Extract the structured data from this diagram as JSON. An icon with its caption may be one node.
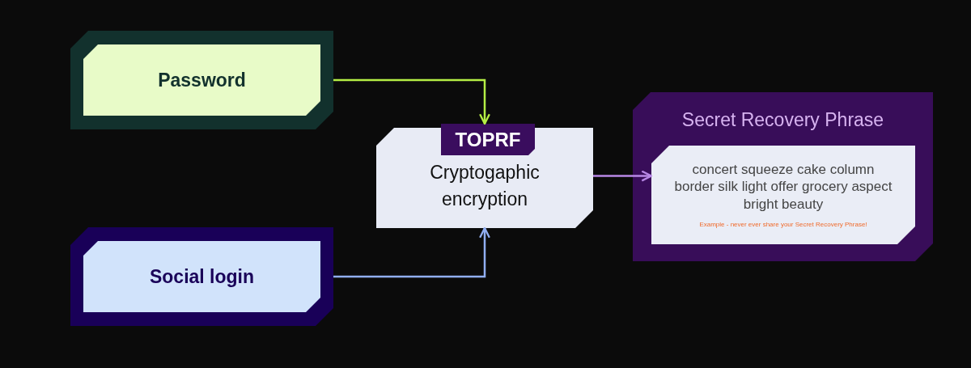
{
  "diagram": {
    "nodes": [
      {
        "text": [
          "Password"
        ]
      },
      {
        "text": [
          "Cryptogaphic encryption"
        ]
      },
      {
        "text": [
          "TOPRF"
        ],
        "in": 1
      },
      {
        "text": [
          "Secret Recovery Phrase"
        ]
      },
      {
        "text": [
          "concert squeeze cake column border silk light offer grocery aspect bright beauty",
          "Example - never ever share your Secret Recovery Phrase!"
        ],
        "in": 3
      },
      {
        "text": [
          "Social login"
        ]
      }
    ],
    "edges": [
      {
        "from": 0,
        "to": 1,
        "arrow": "to",
        "color": "#b5ee45"
      },
      {
        "from": 5,
        "to": 1,
        "arrow": "to",
        "color": "#91aef2"
      },
      {
        "from": 1,
        "to": 4,
        "arrow": "to",
        "color": "#b888e6"
      }
    ]
  }
}
